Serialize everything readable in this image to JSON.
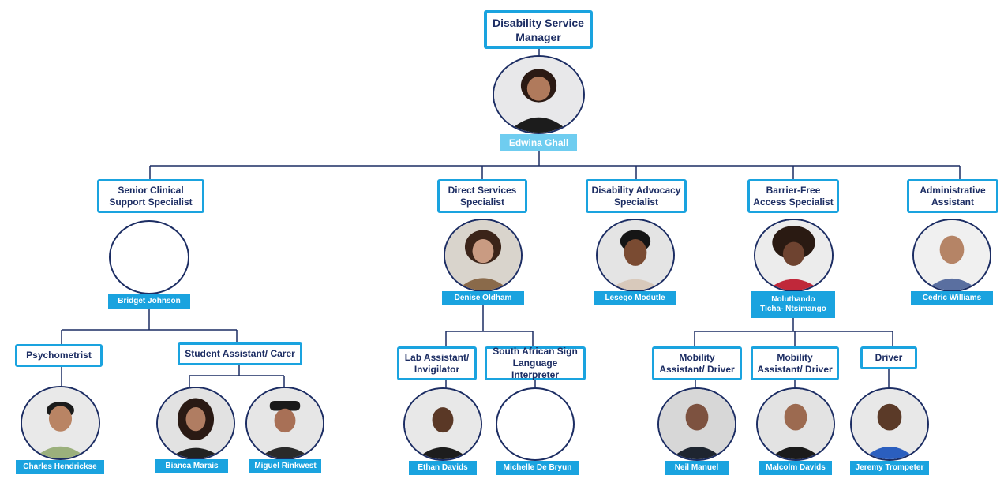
{
  "manager": {
    "title": "Disability Service Manager",
    "name": "Edwina Ghall"
  },
  "level2": [
    {
      "title": "Senior Clinical Support Specialist",
      "name": "Bridget Johnson",
      "photo": "empty"
    },
    {
      "title": "Direct Services Specialist",
      "name": "Denise Oldham",
      "photo": "person"
    },
    {
      "title": "Disability Advocacy Specialist",
      "name": "Lesego Modutle",
      "photo": "person"
    },
    {
      "title": "Barrier-Free Access Specialist",
      "name": "Noluthando Ticha- Ntsimango",
      "name_line1": "Noluthando",
      "name_line2": "Ticha- Ntsimango",
      "photo": "person"
    },
    {
      "title": "Administrative Assistant",
      "name": "Cedric Williams",
      "photo": "person"
    }
  ],
  "level3": [
    {
      "title": "Psychometrist",
      "people": [
        "Charles Hendrickse"
      ]
    },
    {
      "title": "Student Assistant/ Carer",
      "people": [
        "Bianca Marais",
        "Miguel Rinkwest"
      ]
    },
    {
      "title": "Lab Assistant/ Invigilator",
      "people": [
        "Ethan Davids"
      ]
    },
    {
      "title": "South African Sign Language Interpreter",
      "people": [
        "Michelle De Bryun"
      ]
    },
    {
      "title": "Mobility Assistant/ Driver",
      "people": [
        "Neil Manuel"
      ]
    },
    {
      "title": "Mobility Assistant/ Driver",
      "people": [
        "Malcolm Davids"
      ]
    },
    {
      "title": "Driver",
      "people": [
        "Jeremy Trompeter"
      ]
    }
  ],
  "colors": {
    "accent": "#1aa3df",
    "navy": "#1c2d63",
    "manager_name_bg": "#6fcdf0"
  }
}
